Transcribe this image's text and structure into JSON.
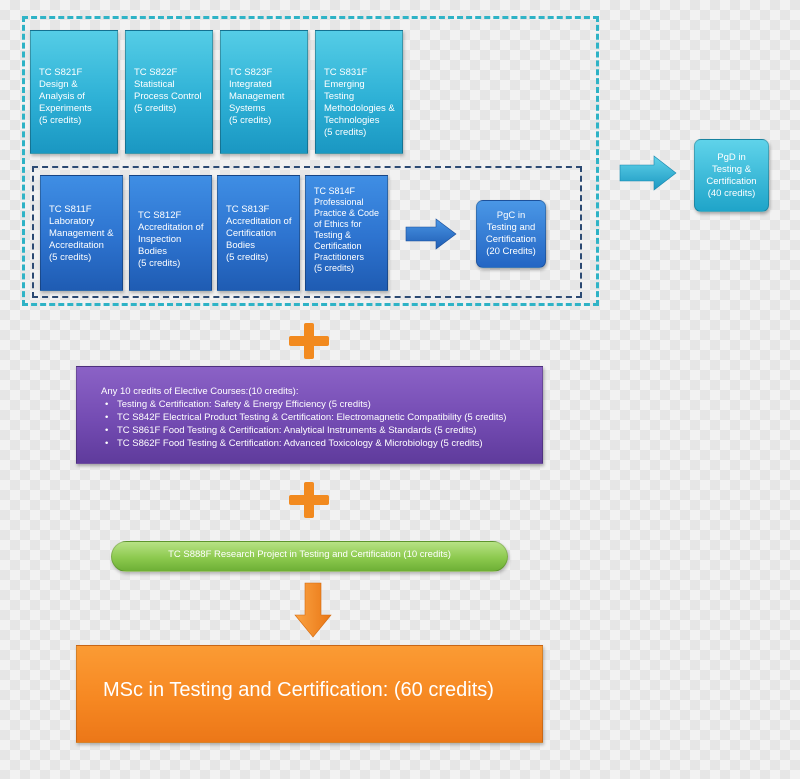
{
  "upper_courses": [
    {
      "code": "TC S821F",
      "name": "Design & Analysis of Experiments",
      "credits": "(5 credits)"
    },
    {
      "code": "TC S822F",
      "name": "Statistical Process Control",
      "credits": "(5 credits)"
    },
    {
      "code": "TC S823F",
      "name": "Integrated Management Systems",
      "credits": "(5 credits)"
    },
    {
      "code": "TC S831F",
      "name": "Emerging Testing Methodologies & Technologies",
      "credits": "(5 credits)"
    }
  ],
  "lower_courses": [
    {
      "code": "TC S811F",
      "name": "Laboratory Management & Accreditation",
      "credits": "(5 credits)"
    },
    {
      "code": "TC S812F",
      "name": "Accreditation of Inspection Bodies",
      "credits": "(5 credits)"
    },
    {
      "code": "TC S813F",
      "name": "Accreditation of Certification Bodies",
      "credits": "(5 credits)"
    },
    {
      "code": "TC S814F",
      "name": "Professional Practice & Code of Ethics for Testing & Certification Practitioners",
      "credits": "(5 credits)"
    }
  ],
  "pgc": {
    "line1": "PgC in",
    "line2": "Testing and",
    "line3": "Certification",
    "credits": "(20 Credits)"
  },
  "pgd": {
    "line1": "PgD in",
    "line2": "Testing &",
    "line3": "Certification",
    "credits": "(40 credits)"
  },
  "electives": {
    "heading": "Any 10 credits of Elective Courses:(10 credits):",
    "items": [
      "Testing & Certification: Safety & Energy Efficiency (5 credits)",
      "TC S842F Electrical Product Testing & Certification: Electromagnetic Compatibility (5 credits)",
      "TC S861F Food Testing & Certification: Analytical Instruments & Standards (5 credits)",
      "TC S862F Food Testing & Certification: Advanced Toxicology & Microbiology (5 credits)"
    ]
  },
  "project": {
    "label": "TC S888F Research Project in Testing and Certification (10 credits)"
  },
  "msc": {
    "label": "MSc in Testing and Certification: (60 credits)"
  },
  "colors": {
    "teal": "#2eb1d6",
    "blue": "#2d73cf",
    "purple": "#744cb3",
    "green": "#8cc94e",
    "orange": "#f68822",
    "frame_teal": "#2fb3c6",
    "frame_navy": "#2c4a73"
  }
}
